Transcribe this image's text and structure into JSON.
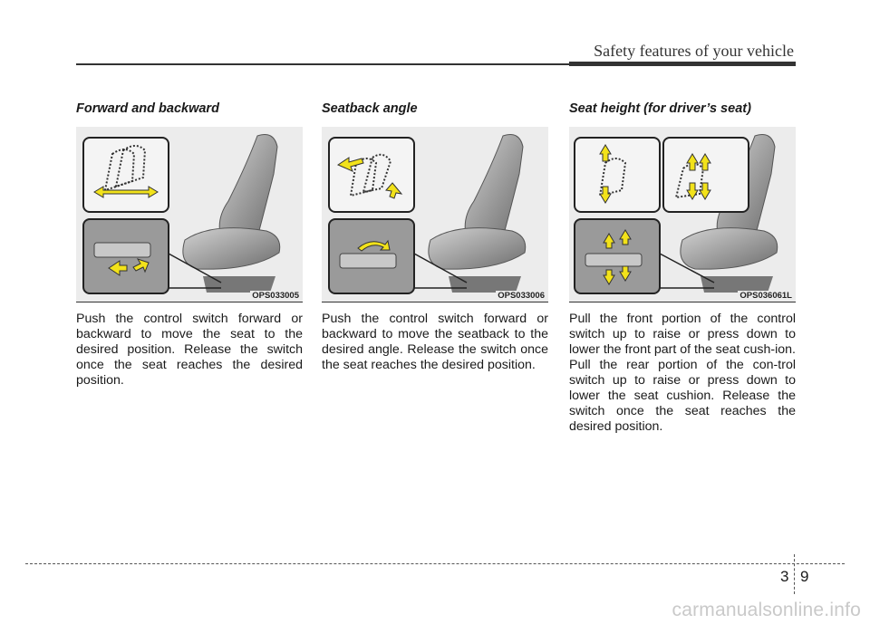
{
  "header": {
    "title": "Safety features of your vehicle"
  },
  "sections": [
    {
      "heading": "Forward and backward",
      "figure_code": "OPS033005",
      "body": "Push the control switch forward or backward to move the seat to the desired position. Release the switch once the seat reaches the desired position."
    },
    {
      "heading": "Seatback angle",
      "figure_code": "OPS033006",
      "body": "Push the control switch forward or backward to move the seatback to the desired angle. Release the switch once the seat reaches the desired position."
    },
    {
      "heading": "Seat height (for driver’s seat)",
      "figure_code": "OPS036061L",
      "body": "Pull the front portion of the control switch up to raise or press down to lower the front part of the seat cush-ion. Pull the rear portion of the con-trol switch up to raise or press down to lower the seat cushion. Release the switch once the seat reaches the desired position."
    }
  ],
  "footer": {
    "chapter": "3",
    "page": "9",
    "watermark": "carmanualsonline.info"
  },
  "colors": {
    "arrow": "#f2e21a",
    "seat": "#8d8d8d",
    "figure_bg": "#ececec"
  },
  "icons": [
    "seat-adjust-illustration",
    "arrow-icon"
  ]
}
